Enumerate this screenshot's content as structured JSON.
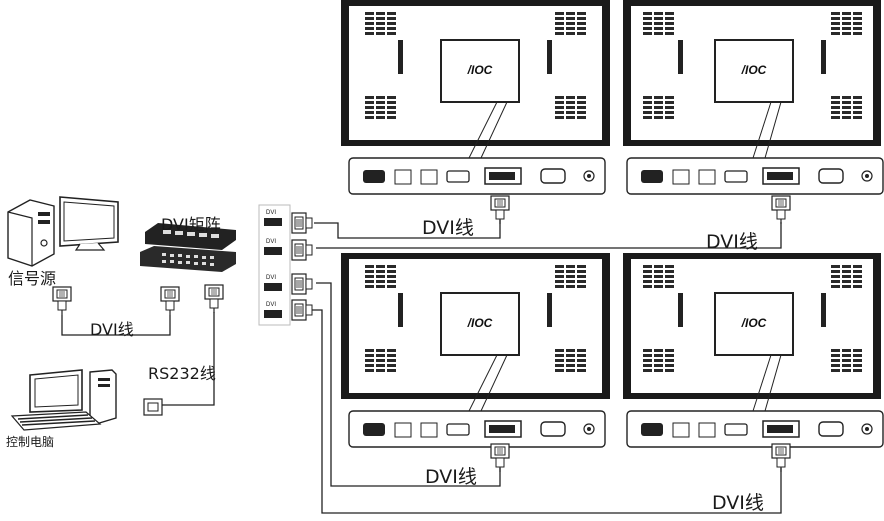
{
  "labels": {
    "source": "信号源",
    "matrix": "DVI矩阵",
    "control_pc": "控制电脑",
    "rs232_cable": "RS232线",
    "dvi_cable": "DVI线",
    "port_tag": "DVI",
    "brand": "/IOC"
  },
  "displays": [
    {
      "id": "top-left"
    },
    {
      "id": "top-right"
    },
    {
      "id": "bottom-left"
    },
    {
      "id": "bottom-right"
    }
  ],
  "colors": {
    "line": "#222222",
    "bezel": "#1a1a1a",
    "panel": "#ffffff",
    "vent": "#2a2a2a"
  }
}
